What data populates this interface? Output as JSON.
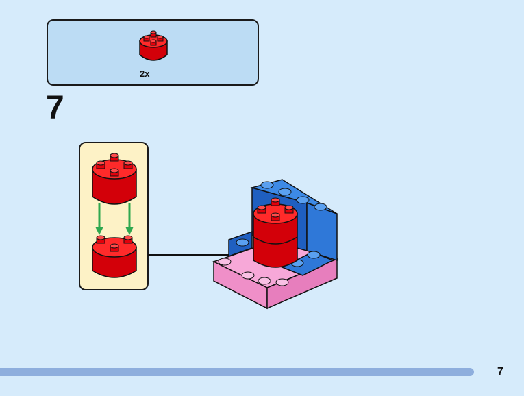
{
  "parts_list": {
    "items": [
      {
        "part": "red-round-brick-2x2-icon",
        "quantity": "2x",
        "color": "#e3000b"
      }
    ]
  },
  "step": {
    "number": "7"
  },
  "page": {
    "number": "7",
    "progress": 0.9
  },
  "colors": {
    "background": "#d6ebfb",
    "parts_box": "#bcdcf4",
    "callout": "#fdf2c6",
    "red_brick": "#e3000b",
    "blue_brick": "#1f5fc0",
    "pink_plate": "#f7a8d8",
    "arrow_green": "#2fa84f",
    "progress_bar": "#8eaedd"
  }
}
